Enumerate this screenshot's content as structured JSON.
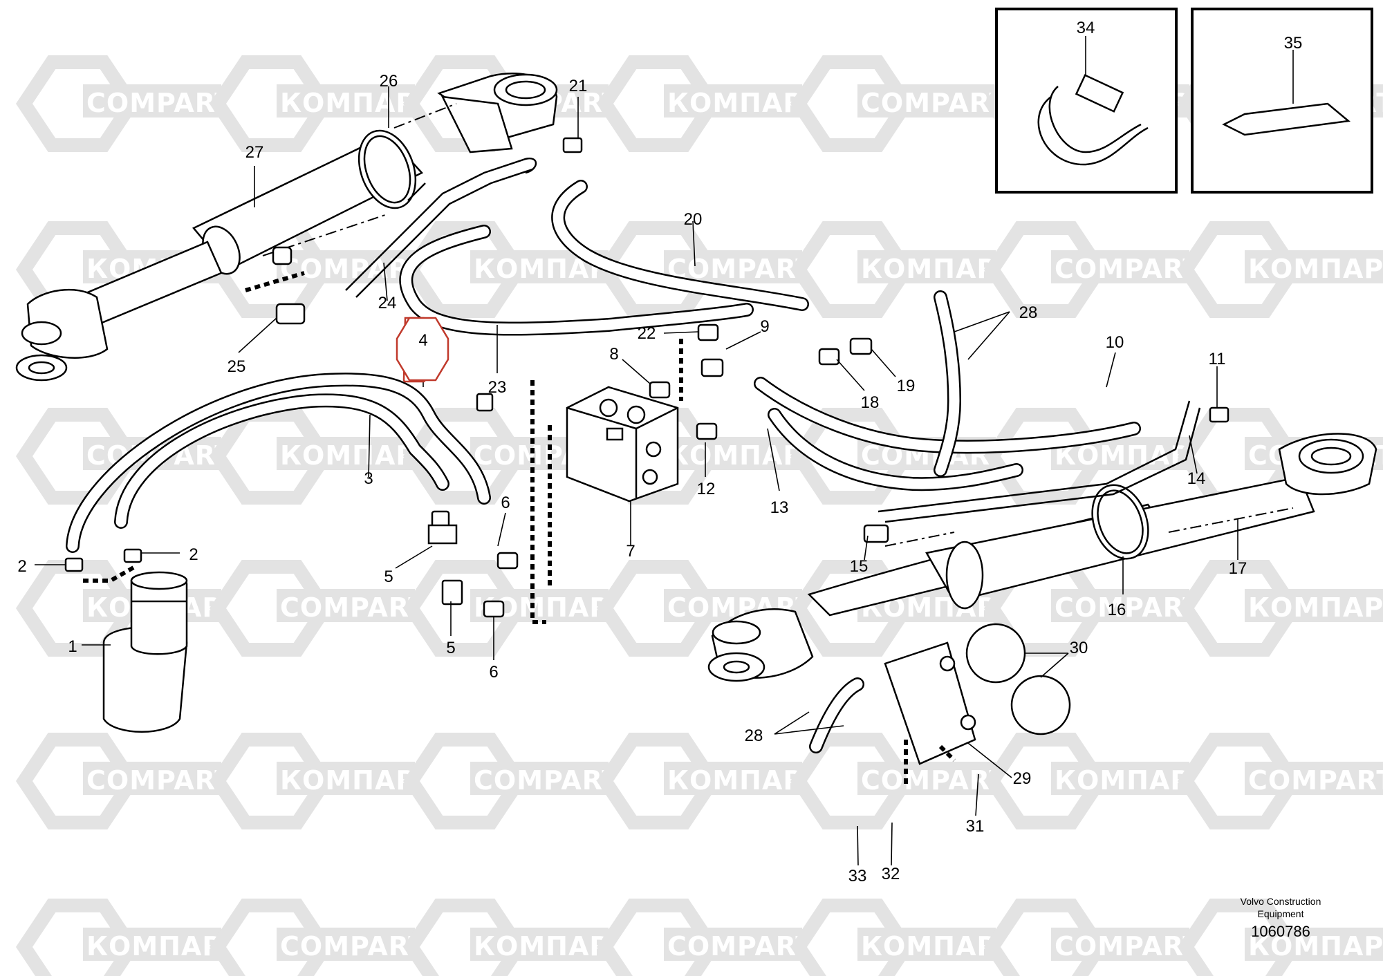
{
  "watermarks": {
    "latin": "COMPART",
    "cyrillic": "КОМПАРТ"
  },
  "callouts": [
    "1",
    "2",
    "2",
    "3",
    "4",
    "5",
    "5",
    "6",
    "6",
    "7",
    "8",
    "9",
    "10",
    "11",
    "12",
    "13",
    "14",
    "15",
    "16",
    "17",
    "18",
    "19",
    "20",
    "21",
    "22",
    "23",
    "24",
    "25",
    "26",
    "27",
    "28",
    "28",
    "29",
    "30",
    "31",
    "32",
    "33",
    "34",
    "35"
  ],
  "highlighted_callout": "4",
  "footer": {
    "company_line1": "Volvo Construction",
    "company_line2": "Equipment",
    "drawing_number": "1060786"
  },
  "colors": {
    "line": "#000000",
    "highlight": "#c0392b",
    "watermark": "#e3e3e3"
  }
}
